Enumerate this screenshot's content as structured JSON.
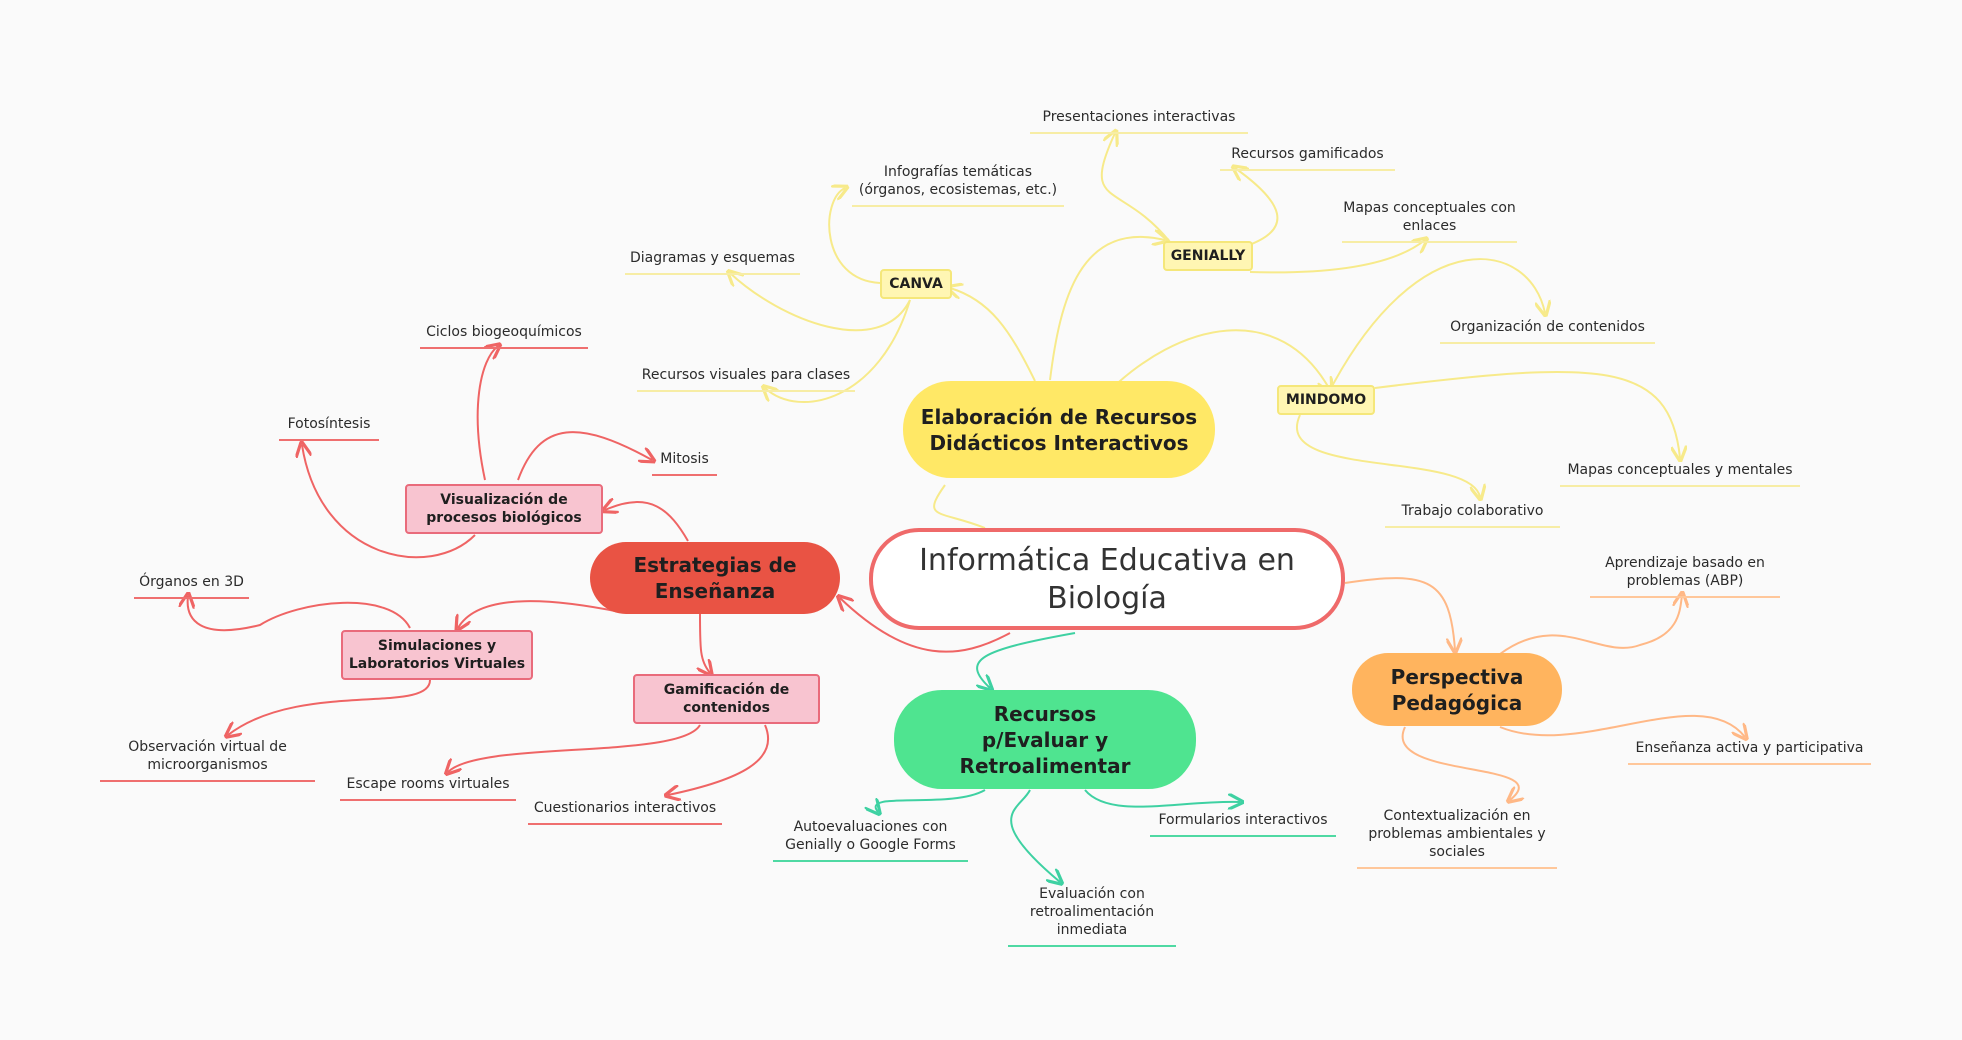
{
  "central": "Informática Educativa en Biología",
  "branches": {
    "recursos_didacticos": {
      "label": "Elaboración de Recursos Didácticos Interactivos",
      "canva": {
        "label": "CANVA",
        "items": [
          "Infografías temáticas (órganos, ecosistemas, etc.)",
          "Diagramas y esquemas",
          "Recursos visuales para clases"
        ]
      },
      "genially": {
        "label": "GENIALLY",
        "items": [
          "Presentaciones interactivas",
          "Recursos gamificados",
          "Mapas conceptuales con enlaces"
        ]
      },
      "mindomo": {
        "label": "MINDOMO",
        "items": [
          "Organización de contenidos",
          "Mapas conceptuales y mentales",
          "Trabajo colaborativo"
        ]
      }
    },
    "estrategias": {
      "label": "Estrategias de Enseñanza",
      "visualizacion": {
        "label": "Visualización de procesos biológicos",
        "items": [
          "Ciclos biogeoquímicos",
          "Fotosíntesis",
          "Mitosis"
        ]
      },
      "simulaciones": {
        "label": "Simulaciones y Laboratorios Virtuales",
        "items": [
          "Órganos en 3D",
          "Observación virtual de microorganismos"
        ]
      },
      "gamificacion": {
        "label": "Gamificación de contenidos",
        "items": [
          "Escape rooms virtuales",
          "Cuestionarios interactivos"
        ]
      }
    },
    "evaluar": {
      "label": "Recursos p/Evaluar y Retroalimentar",
      "items": [
        "Autoevaluaciones con Genially o Google Forms",
        "Evaluación con retroalimentación inmediata",
        "Formularios interactivos"
      ]
    },
    "perspectiva": {
      "label": "Perspectiva Pedagógica",
      "items": [
        "Aprendizaje basado en problemas (ABP)",
        "Enseñanza activa y participativa",
        "Contextualización en problemas ambientales y sociales"
      ]
    }
  },
  "colors": {
    "yellow": "#ffe866",
    "red": "#e95344",
    "green": "#4fe490",
    "orange": "#ffb45e",
    "pink": "#f8c4d0",
    "central_border": "#ef6a6a"
  }
}
